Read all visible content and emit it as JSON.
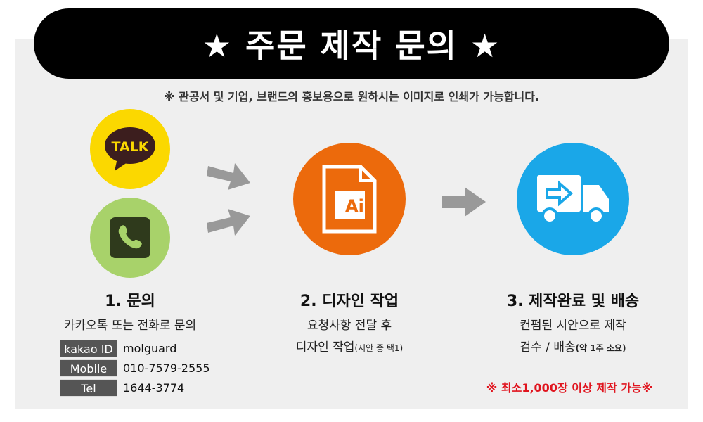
{
  "header": {
    "title": "★ 주문 제작 문의 ★"
  },
  "subtitle": "※ 관공서 및 기업, 브랜드의 홍보용으로 원하시는 이미지로 인쇄가 가능합니다.",
  "icons": {
    "kakao_text": "TALK",
    "ai_text": "Ai"
  },
  "steps": [
    {
      "title": "1. 문의",
      "lines": [
        "카카오톡 또는 전화로 문의"
      ]
    },
    {
      "title": "2. 디자인 작업",
      "lines": [
        "요청사항 전달 후",
        "디자인 작업"
      ],
      "note": "(시안 중 택1)"
    },
    {
      "title": "3. 제작완료 및 배송",
      "lines": [
        "컨펌된 시안으로 제작",
        "검수 / 배송"
      ],
      "note": "(약 1주 소요)"
    }
  ],
  "contacts": [
    {
      "label": "kakao ID",
      "value": "molguard"
    },
    {
      "label": "Mobile",
      "value": "010-7579-2555"
    },
    {
      "label": "Tel",
      "value": "1644-3774"
    }
  ],
  "notice": "※ 최소1,000장 이상 제작 가능※",
  "colors": {
    "kakao": "#fbd800",
    "phone": "#a8d26a",
    "ai": "#ec6a0c",
    "truck": "#1aa7e8",
    "arrow": "#999999",
    "notice": "#e0141e"
  }
}
